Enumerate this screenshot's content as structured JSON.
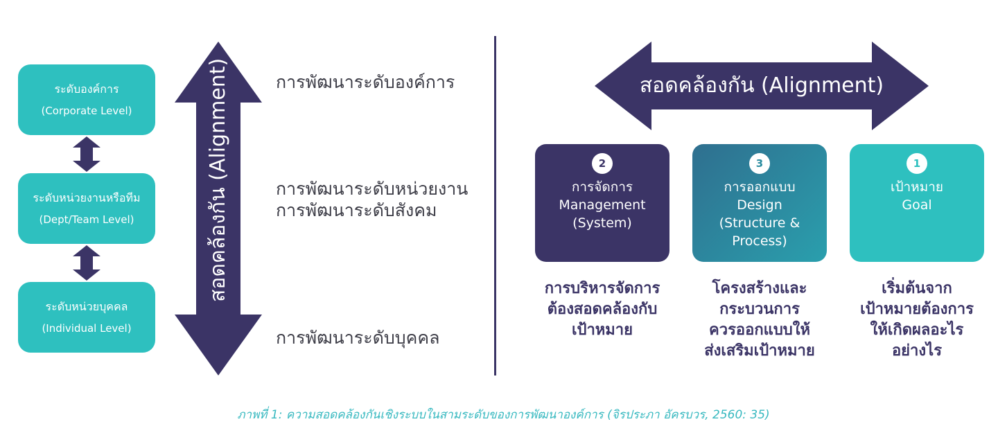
{
  "levels": [
    {
      "th": "ระดับองค์การ",
      "en": "(Corporate Level)"
    },
    {
      "th": "ระดับหน่วยงานหรือทีม",
      "en": "(Dept/Team Level)"
    },
    {
      "th": "ระดับหน่วยบุคคล",
      "en": "(Individual Level)"
    }
  ],
  "vertical_arrow_text": "สอดคล้องกัน (Alignment)",
  "dev_labels": {
    "org": "การพัฒนาระดับองค์การ",
    "dept": "การพัฒนาระดับหน่วยงาน",
    "social": "การพัฒนาระดับสังคม",
    "individual": "การพัฒนาระดับบุคคล"
  },
  "horizontal_arrow_text": "สอดคล้องกัน (Alignment)",
  "cards": [
    {
      "num": "2",
      "lines": [
        "การจัดการ",
        "Management",
        "(System)"
      ]
    },
    {
      "num": "3",
      "lines": [
        "การออกแบบ",
        "Design",
        "(Structure &",
        "Process)"
      ]
    },
    {
      "num": "1",
      "lines": [
        "เป้าหมาย",
        "Goal"
      ]
    }
  ],
  "descriptions": [
    [
      "การบริหารจัดการ",
      "ต้องสอดคล้องกับ",
      "เป้าหมาย"
    ],
    [
      "โครงสร้างและ",
      "กระบวนการ",
      "ควรออกแบบให้",
      "ส่งเสริมเป้าหมาย"
    ],
    [
      "เริ่มต้นจาก",
      "เป้าหมายต้องการ",
      "ให้เกิดผลอะไร",
      "อย่างไร"
    ]
  ],
  "caption": "ภาพที่ 1: ความสอดคล้องกันเชิงระบบในสามระดับของการพัฒนาองค์การ (จิรประภา อัครบวร, 2560: 35)",
  "colors": {
    "teal": "#2ec0bf",
    "navy": "#3b3466",
    "caption": "#38b9c0"
  }
}
